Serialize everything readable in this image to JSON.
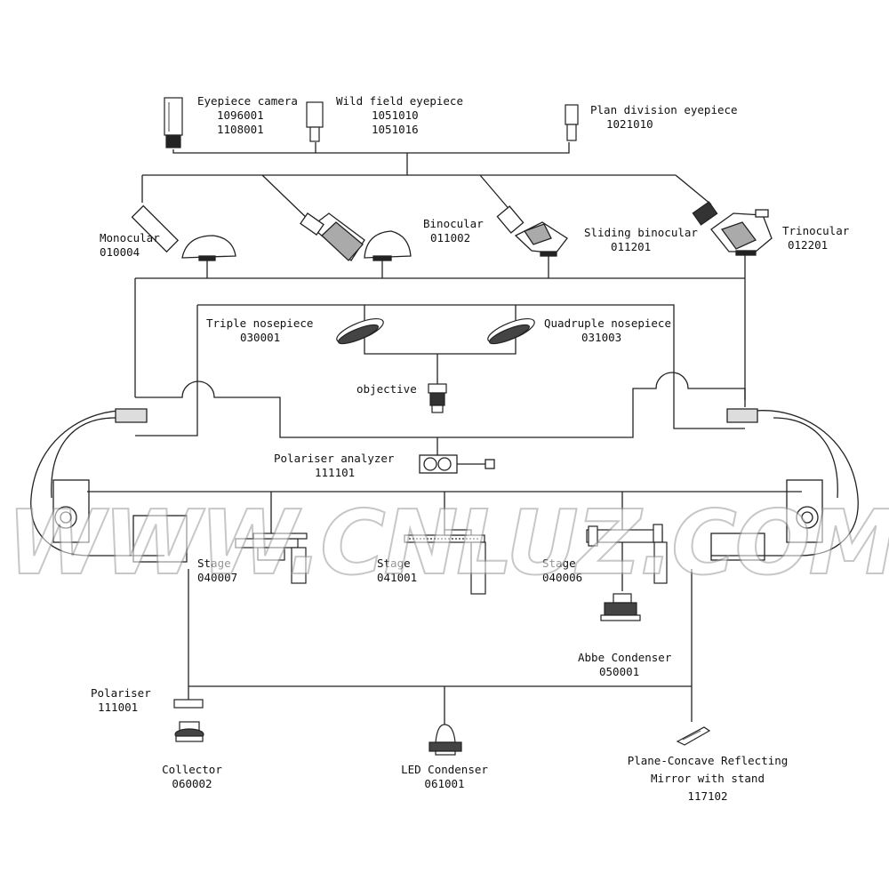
{
  "components": {
    "eyepiece_camera": {
      "name": "Eyepiece camera",
      "codes": [
        "1096001",
        "1108001"
      ]
    },
    "wide_field_eyepiece": {
      "name": "Wild field eyepiece",
      "codes": [
        "1051010",
        "1051016"
      ]
    },
    "plan_division_eyepiece": {
      "name": "Plan division eyepiece",
      "codes": [
        "1021010"
      ]
    },
    "monocular": {
      "name": "Monocular",
      "code": "010004"
    },
    "binocular": {
      "name": "Binocular",
      "code": "011002"
    },
    "sliding_binocular": {
      "name": "Sliding binocular",
      "code": "011201"
    },
    "trinocular": {
      "name": "Trinocular",
      "code": "012201"
    },
    "triple_nosepiece": {
      "name": "Triple nosepiece",
      "code": "030001"
    },
    "quadruple_nosepiece": {
      "name": "Quadruple nosepiece",
      "code": "031003"
    },
    "objective": {
      "name": "objective"
    },
    "polariser_analyzer": {
      "name": "Polariser analyzer",
      "code": "111101"
    },
    "stage_1": {
      "name": "Stage",
      "code": "040007"
    },
    "stage_2": {
      "name": "Stage",
      "code": "041001"
    },
    "stage_3": {
      "name": "Stage",
      "code": "040006"
    },
    "abbe_condenser": {
      "name": "Abbe Condenser",
      "code": "050001"
    },
    "polariser": {
      "name": "Polariser",
      "code": "111001"
    },
    "collector": {
      "name": "Collector",
      "code": "060002"
    },
    "led_condenser": {
      "name": "LED Condenser",
      "code": "061001"
    },
    "mirror": {
      "name_line1": "Plane-Concave Reflecting",
      "name_line2": "Mirror with stand",
      "code": "117102"
    }
  },
  "watermark": "WWW.CNLUZ.COM"
}
